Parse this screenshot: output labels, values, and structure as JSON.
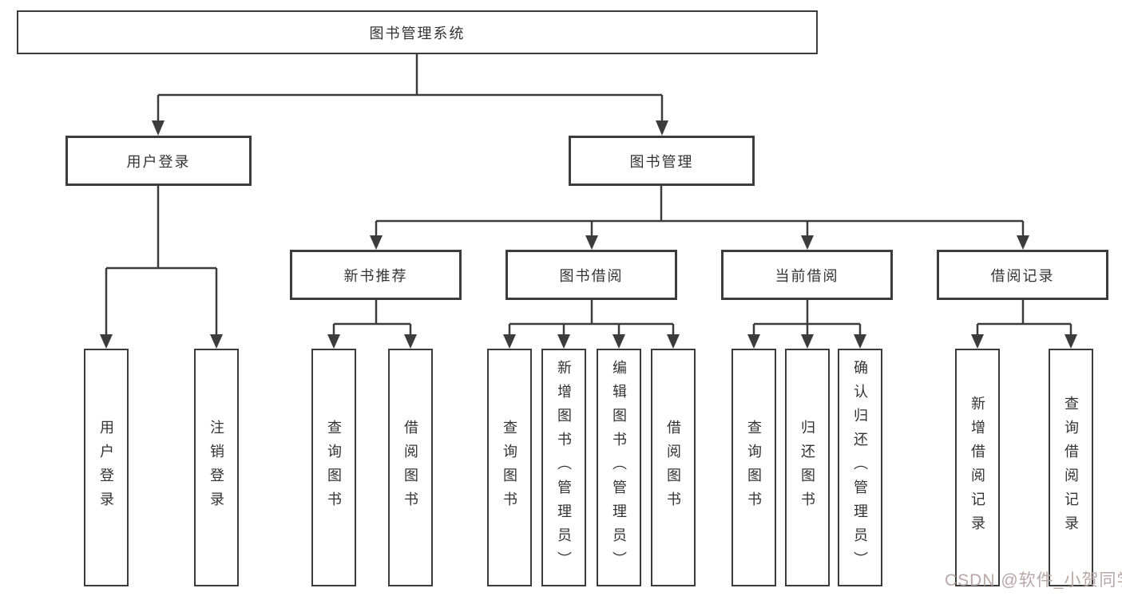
{
  "diagram": {
    "root": {
      "label": "图书管理系统"
    },
    "login_branch": {
      "label": "用户登录",
      "leaves": [
        {
          "label": "用户登录"
        },
        {
          "label": "注销登录"
        }
      ]
    },
    "mgmt_branch": {
      "label": "图书管理",
      "groups": [
        {
          "label": "新书推荐",
          "leaves": [
            {
              "label": "查询图书"
            },
            {
              "label": "借阅图书"
            }
          ]
        },
        {
          "label": "图书借阅",
          "leaves": [
            {
              "label": "查询图书"
            },
            {
              "label": "新增图书（管理员）"
            },
            {
              "label": "编辑图书（管理员）"
            },
            {
              "label": "借阅图书"
            }
          ]
        },
        {
          "label": "当前借阅",
          "leaves": [
            {
              "label": "查询图书"
            },
            {
              "label": "归还图书"
            },
            {
              "label": "确认归还（管理员）"
            }
          ]
        },
        {
          "label": "借阅记录",
          "leaves": [
            {
              "label": "新增借阅记录"
            },
            {
              "label": "查询借阅记录"
            }
          ]
        }
      ]
    }
  },
  "watermark": {
    "text": "CSDN @软件_小贺同学"
  },
  "colors": {
    "line": "#3c3c3c",
    "box_border": "#3c3c3c",
    "text": "#333333",
    "background": "#ffffff",
    "watermark": "#b9a7a7"
  }
}
